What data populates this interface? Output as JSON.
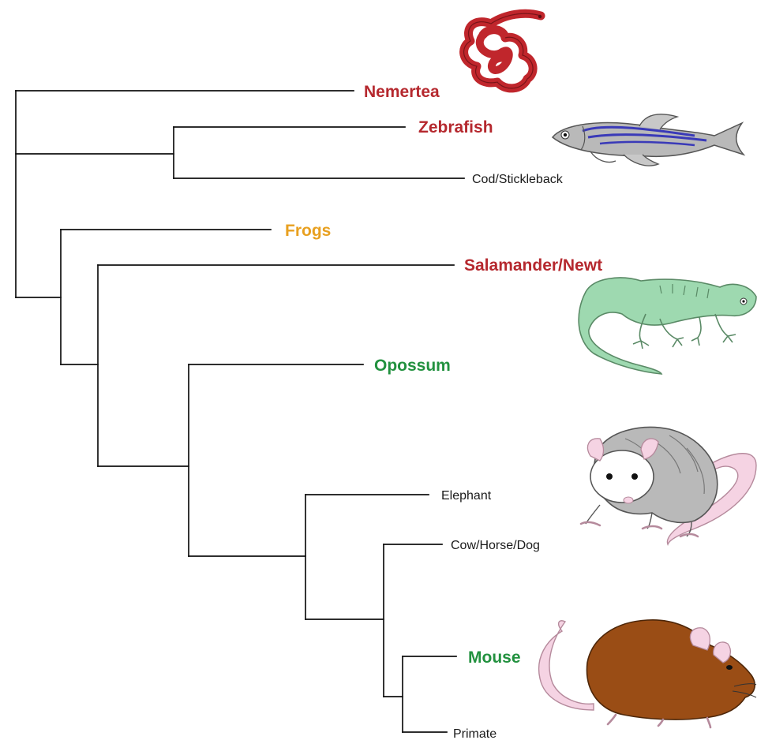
{
  "colors": {
    "red": "#b5282e",
    "orange": "#e8a020",
    "green": "#22913f",
    "black": "#1a1a1a"
  },
  "taxa": [
    {
      "id": "nemertea",
      "label": "Nemertea",
      "emphasis": true,
      "color": "red"
    },
    {
      "id": "zebrafish",
      "label": "Zebrafish",
      "emphasis": true,
      "color": "red"
    },
    {
      "id": "cod",
      "label": "Cod/Stickleback",
      "emphasis": false,
      "color": "black"
    },
    {
      "id": "frogs",
      "label": "Frogs",
      "emphasis": true,
      "color": "orange"
    },
    {
      "id": "salamander",
      "label": "Salamander/Newt",
      "emphasis": true,
      "color": "red"
    },
    {
      "id": "opossum",
      "label": "Opossum",
      "emphasis": true,
      "color": "green"
    },
    {
      "id": "elephant",
      "label": "Elephant",
      "emphasis": false,
      "color": "black"
    },
    {
      "id": "cow",
      "label": "Cow/Horse/Dog",
      "emphasis": false,
      "color": "black"
    },
    {
      "id": "mouse",
      "label": "Mouse",
      "emphasis": true,
      "color": "green"
    },
    {
      "id": "primate",
      "label": "Primate",
      "emphasis": false,
      "color": "black"
    }
  ],
  "illustrations": [
    "worm-illustration",
    "zebrafish-illustration",
    "salamander-illustration",
    "opossum-illustration",
    "mouse-illustration"
  ]
}
